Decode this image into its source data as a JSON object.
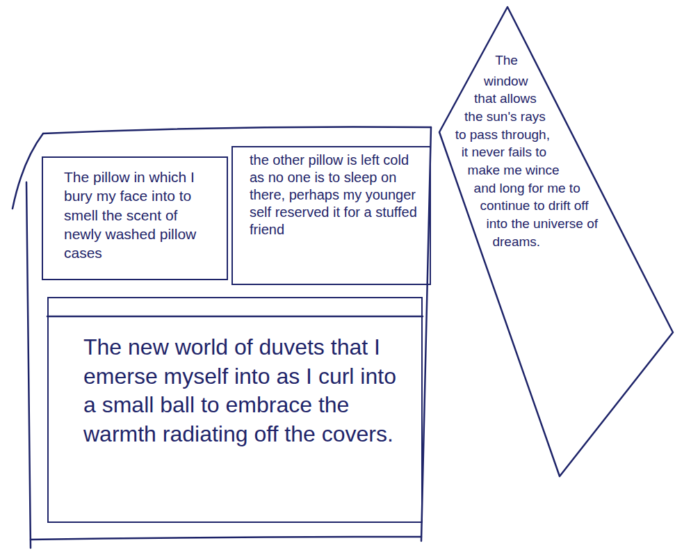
{
  "diagram": {
    "nodes": [
      {
        "text": [
          "The pillow in which I bury my face into to smell the scent of newly washed pillow cases"
        ]
      },
      {
        "text": [
          "the other pillow is left cold as no one is to sleep on there, perhaps my younger self reserved it for a stuffed friend"
        ]
      },
      {
        "text": [
          "The new world of duvets that I emerse myself into as I curl into a small ball to embrace the warmth radiating off the covers."
        ]
      },
      {
        "text": [
          "The window that allows the sun's rays to pass through, it never fails to make me wince and long for me to continue to drift off into the universe of dreams."
        ]
      }
    ]
  }
}
